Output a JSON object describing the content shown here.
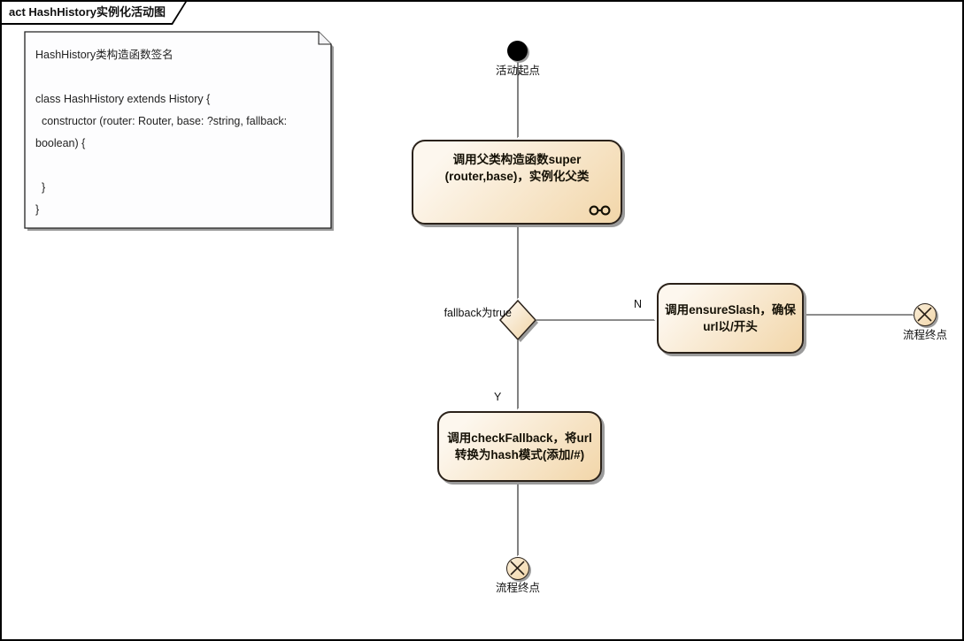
{
  "frame": {
    "tab_label": "act HashHistory实例化活动图"
  },
  "note": {
    "lines": [
      "HashHistory类构造函数签名",
      "",
      "class HashHistory extends History {",
      "  constructor (router: Router, base: ?string, fallback:",
      "boolean) {",
      "",
      "  }",
      "}"
    ]
  },
  "diagram": {
    "start": {
      "label": "活动起点"
    },
    "actions": {
      "call_super": {
        "line1": "调用父类构造函数super",
        "line2": "(router,base)，实例化父类"
      },
      "ensure_slash": {
        "line1": "调用ensureSlash，确保",
        "line2": "url以/开头"
      },
      "check_fallback": {
        "line1": "调用checkFallback，将url",
        "line2": "转换为hash模式(添加/#)"
      }
    },
    "decision": {
      "label": "fallback为true",
      "guard_no": "N",
      "guard_yes": "Y"
    },
    "finals": {
      "right_label": "流程终点",
      "bottom_label": "流程终点"
    }
  },
  "colors": {
    "node_fill_light": "#fdf7ee",
    "node_fill_dark": "#f2d6a9",
    "node_border": "#2a2119",
    "shadow": "#9b9b9b",
    "note_fill": "#fdfdfe",
    "line": "#1a1a1a"
  }
}
